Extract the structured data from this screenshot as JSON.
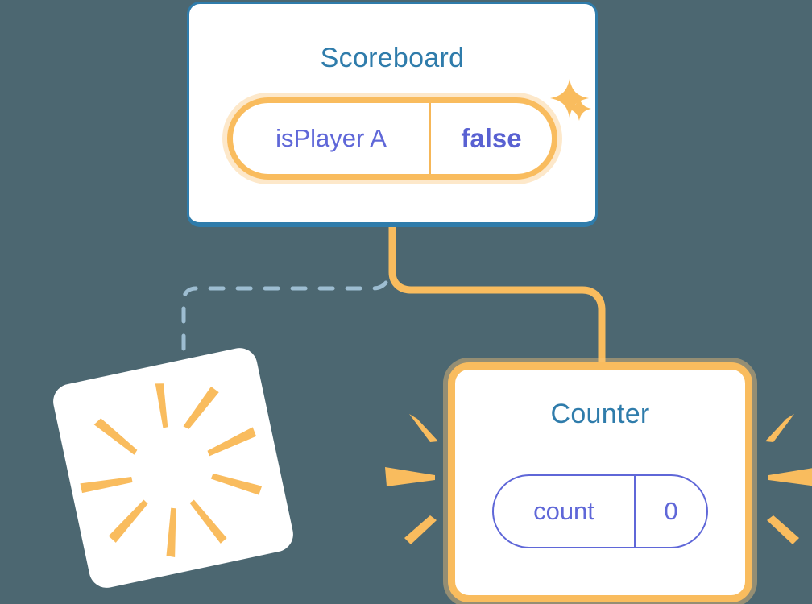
{
  "theme": {
    "background": "#4c6771",
    "card_background": "#ffffff",
    "title_blue": "#2f7cab",
    "accent_orange": "#f9bc5e",
    "accent_orange_soft": "#fac273",
    "value_purple": "#5f67d8",
    "value_purple_bold": "#5961d2",
    "dashed_line": "#9dbdd1"
  },
  "scoreboard": {
    "title": "Scoreboard",
    "pill": {
      "key": "isPlayer A",
      "value": "false"
    },
    "sparkles": [
      {
        "name": "sparkle-large",
        "size": 46
      },
      {
        "name": "sparkle-small",
        "size": 26
      }
    ]
  },
  "counter": {
    "title": "Counter",
    "pill": {
      "key": "count",
      "value": "0"
    }
  },
  "blank_card": {
    "label": "",
    "burst_ray_count": 9
  },
  "connectors": [
    {
      "name": "scoreboard-to-counter",
      "style": "solid",
      "color": "#f9bc5e"
    },
    {
      "name": "scoreboard-to-blank-card",
      "style": "dashed",
      "color": "#9dbdd1"
    }
  ]
}
